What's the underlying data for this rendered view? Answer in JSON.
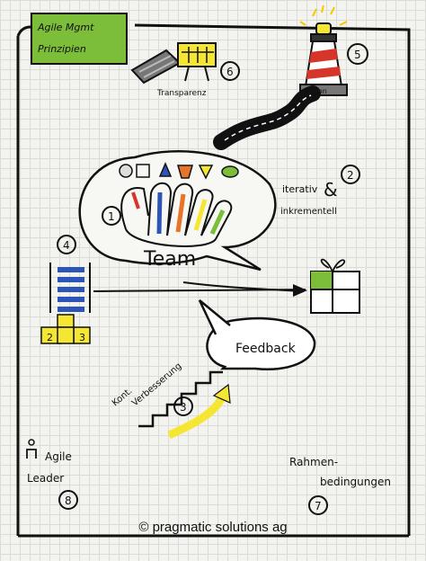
{
  "title": {
    "line1": "Agile Mgmt",
    "line2": "Prinzipien"
  },
  "labels": {
    "transparenz": "Transparenz",
    "vision": "Vision",
    "iterativ": "iterativ",
    "ampersand": "&",
    "inkrementell": "inkrementell",
    "team": "Team",
    "feedback": "Feedback",
    "kont_verbesserung_1": "Kont.",
    "kont_verbesserung_2": "Verbesserung",
    "agile_leader_1": "Agile",
    "agile_leader_2": "Leader",
    "rahmen_1": "Rahmen-",
    "rahmen_2": "bedingungen",
    "podium_2": "2",
    "podium_3": "3"
  },
  "numbers": {
    "n1": "1",
    "n2": "2",
    "n3": "3",
    "n4": "4",
    "n5": "5",
    "n6": "6",
    "n7": "7",
    "n8": "8"
  },
  "copyright": "© pragmatic solutions ag",
  "colors": {
    "green": "#7cbd3a",
    "yellow": "#f5e634",
    "blue": "#2d55b8",
    "orange": "#e8732a",
    "red": "#d8352a",
    "ink": "#111111"
  }
}
